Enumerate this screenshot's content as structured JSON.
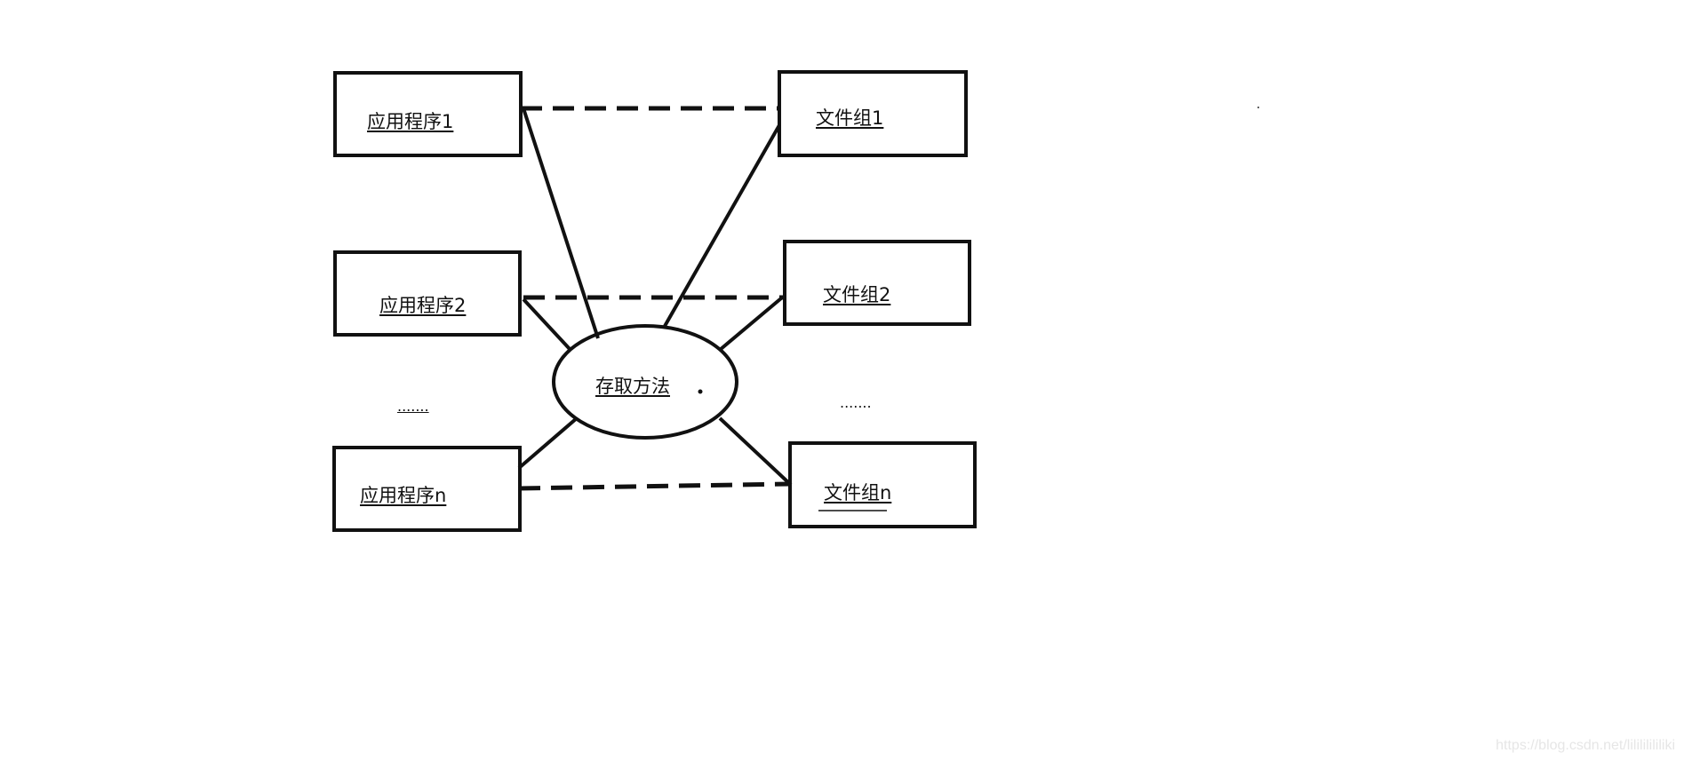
{
  "applications": [
    {
      "label": "应用程序1"
    },
    {
      "label": "应用程序2"
    },
    {
      "label": "应用程序n"
    }
  ],
  "file_groups": [
    {
      "label": "文件组1"
    },
    {
      "label": "文件组2"
    },
    {
      "label": "文件组n"
    }
  ],
  "access_method": {
    "label": "存取方法"
  },
  "ellipsis_left": ".......",
  "ellipsis_right": ".......",
  "watermark": "https://blog.csdn.net/lilililililiki"
}
